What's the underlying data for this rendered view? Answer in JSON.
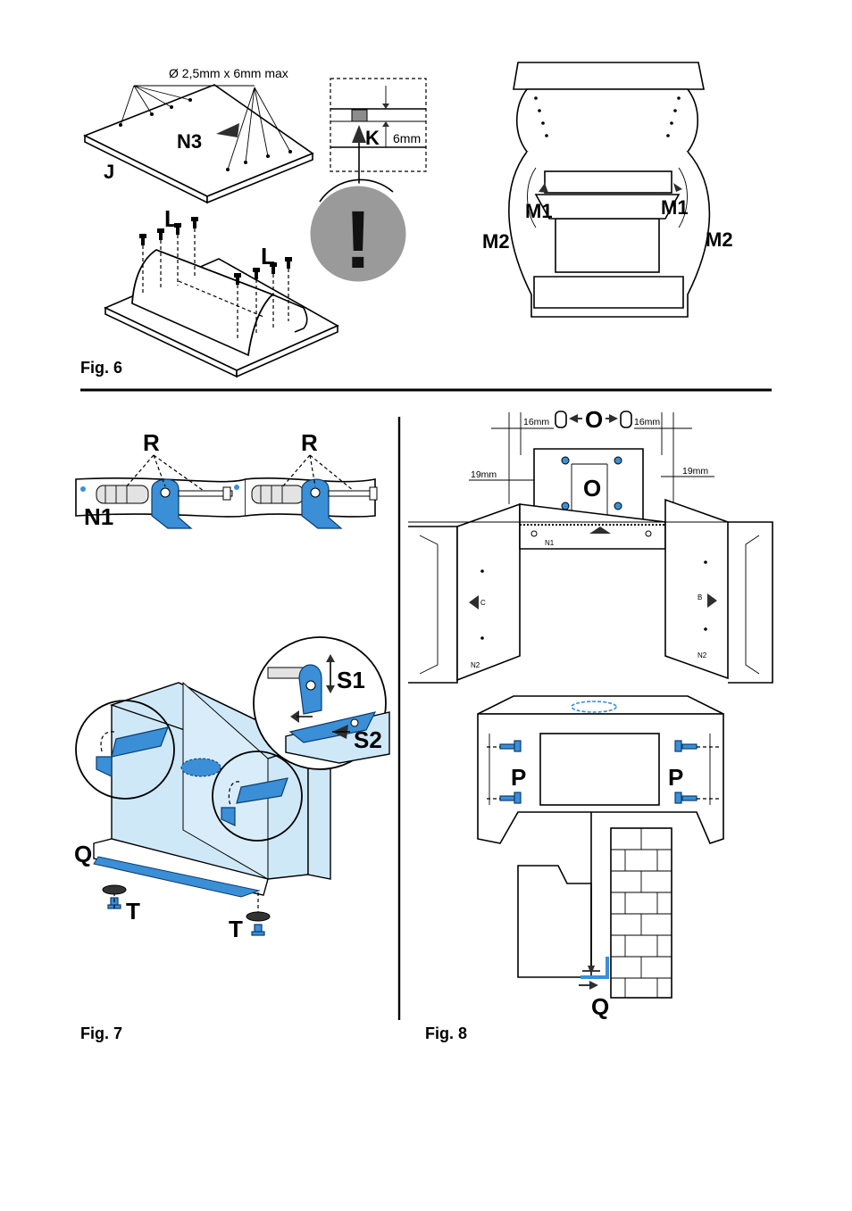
{
  "fig6": {
    "caption": "Fig. 6",
    "screw_spec": "Ø 2,5mm x 6mm max",
    "depth": "6mm",
    "labels": {
      "n3": "N3",
      "j": "J",
      "k": "K",
      "l1": "L",
      "l2": "L",
      "m1_left": "M1",
      "m1_right": "M1",
      "m2_left": "M2",
      "m2_right": "M2"
    },
    "warning_glyph": "!"
  },
  "fig7": {
    "caption": "Fig. 7",
    "labels": {
      "r1": "R",
      "r2": "R",
      "n1": "N1",
      "s1": "S1",
      "s2": "S2",
      "q": "Q",
      "t1": "T",
      "t2": "T"
    }
  },
  "fig8": {
    "caption": "Fig. 8",
    "dims": {
      "top_left": "16mm",
      "top_right": "16mm",
      "side_left": "19mm",
      "side_right": "19mm"
    },
    "labels": {
      "o_top": "O",
      "o_mid": "O",
      "n1": "N1",
      "n2_left": "N2",
      "n2_right": "N2",
      "c": "C",
      "b": "B",
      "p_left": "P",
      "p_right": "P",
      "q": "Q"
    }
  },
  "colors": {
    "accent_blue": "#3a8fd6",
    "light_blue": "#cfe8f8",
    "warning_grey": "#9a9a9a"
  }
}
